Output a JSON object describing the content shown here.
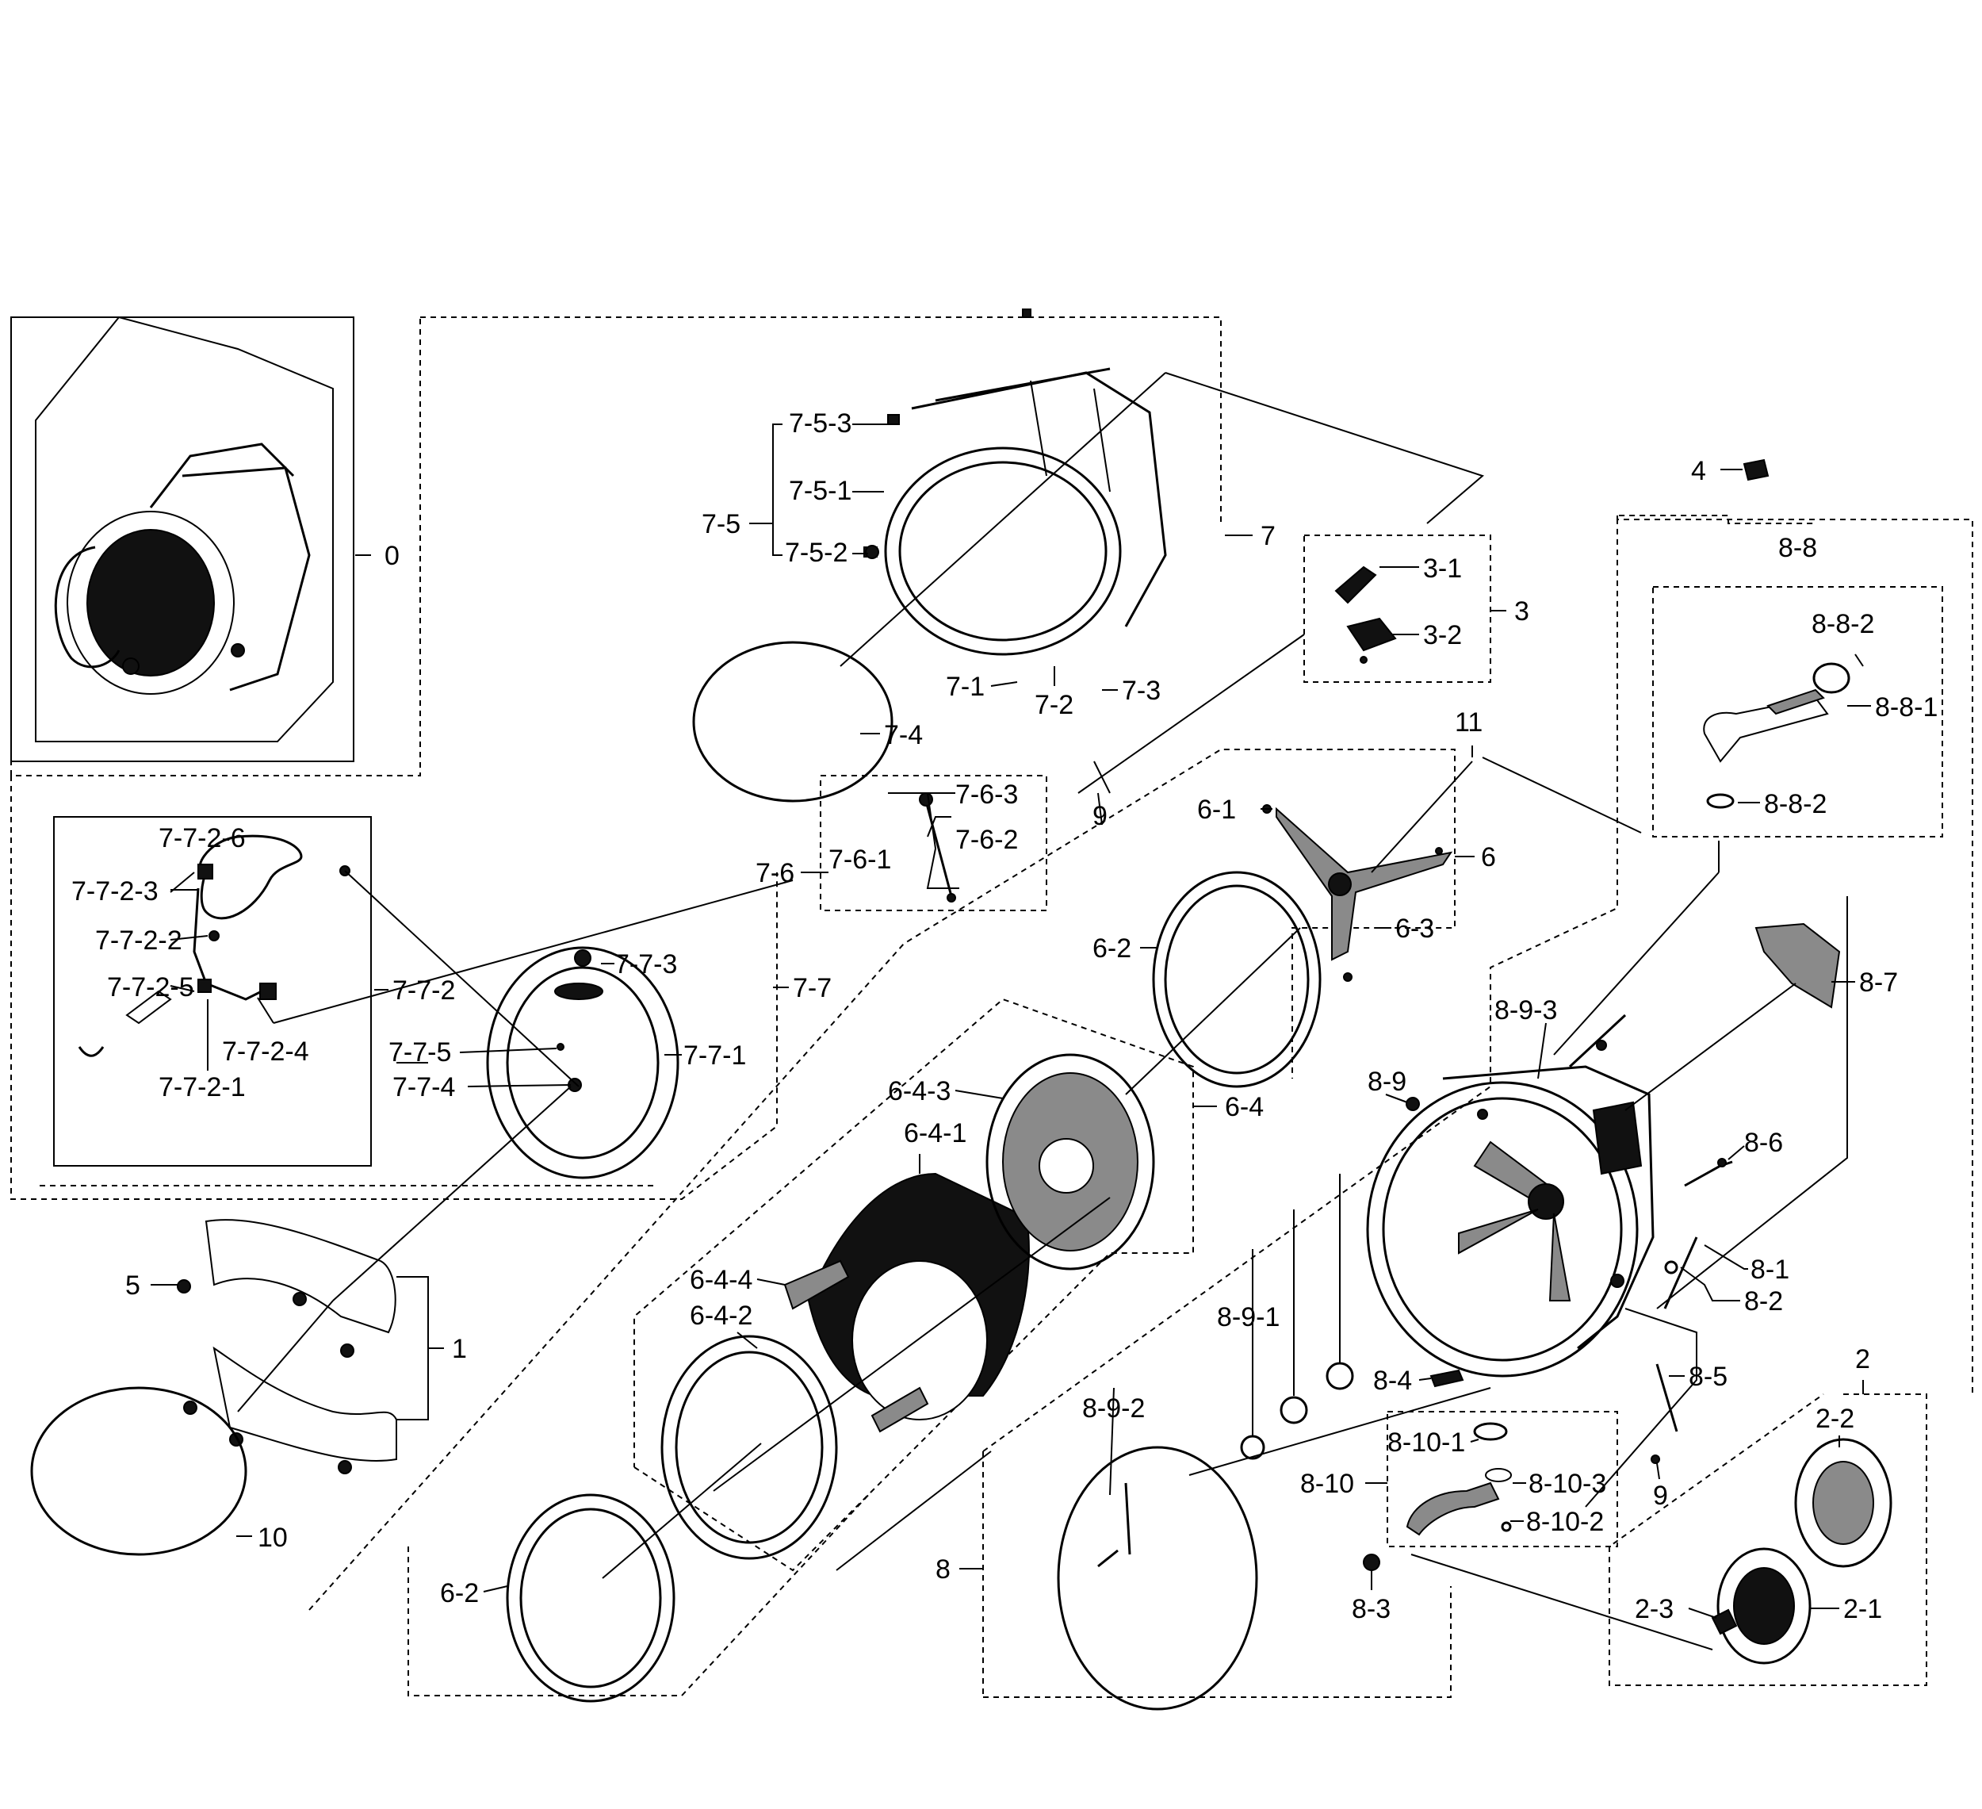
{
  "colors": {
    "line": "#000000",
    "background": "#ffffff",
    "shading": "#111111"
  },
  "labels": {
    "l0": "0",
    "l1": "1",
    "l2": "2",
    "l2_1": "2-1",
    "l2_2": "2-2",
    "l2_3": "2-3",
    "l3": "3",
    "l3_1": "3-1",
    "l3_2": "3-2",
    "l4": "4",
    "l5": "5",
    "l6": "6",
    "l6_1": "6-1",
    "l6_2_top": "6-2",
    "l6_2_bottom": "6-2",
    "l6_3": "6-3",
    "l6_4": "6-4",
    "l6_4_1": "6-4-1",
    "l6_4_2": "6-4-2",
    "l6_4_3": "6-4-3",
    "l6_4_4": "6-4-4",
    "l7": "7",
    "l7_1": "7-1",
    "l7_2": "7-2",
    "l7_3": "7-3",
    "l7_4": "7-4",
    "l7_5": "7-5",
    "l7_5_1": "7-5-1",
    "l7_5_2": "7-5-2",
    "l7_5_3": "7-5-3",
    "l7_6": "7-6",
    "l7_6_1": "7-6-1",
    "l7_6_2": "7-6-2",
    "l7_6_3": "7-6-3",
    "l7_7": "7-7",
    "l7_7_1": "7-7-1",
    "l7_7_2": "7-7-2",
    "l7_7_2_1": "7-7-2-1",
    "l7_7_2_2": "7-7-2-2",
    "l7_7_2_3": "7-7-2-3",
    "l7_7_2_4": "7-7-2-4",
    "l7_7_2_5": "7-7-2-5",
    "l7_7_2_6": "7-7-2-6",
    "l7_7_3": "7-7-3",
    "l7_7_4": "7-7-4",
    "l7_7_5": "7-7-5",
    "l8": "8",
    "l8_1": "8-1",
    "l8_2": "8-2",
    "l8_3": "8-3",
    "l8_4": "8-4",
    "l8_5": "8-5",
    "l8_6": "8-6",
    "l8_7": "8-7",
    "l8_8": "8-8",
    "l8_8_1": "8-8-1",
    "l8_8_2_top": "8-8-2",
    "l8_8_2_bottom": "8-8-2",
    "l8_9": "8-9",
    "l8_9_1": "8-9-1",
    "l8_9_2": "8-9-2",
    "l8_9_3": "8-9-3",
    "l8_10": "8-10",
    "l8_10_1": "8-10-1",
    "l8_10_2": "8-10-2",
    "l8_10_3": "8-10-3",
    "l9_top": "9",
    "l9_bottom": "9",
    "l10": "10",
    "l11": "11"
  }
}
